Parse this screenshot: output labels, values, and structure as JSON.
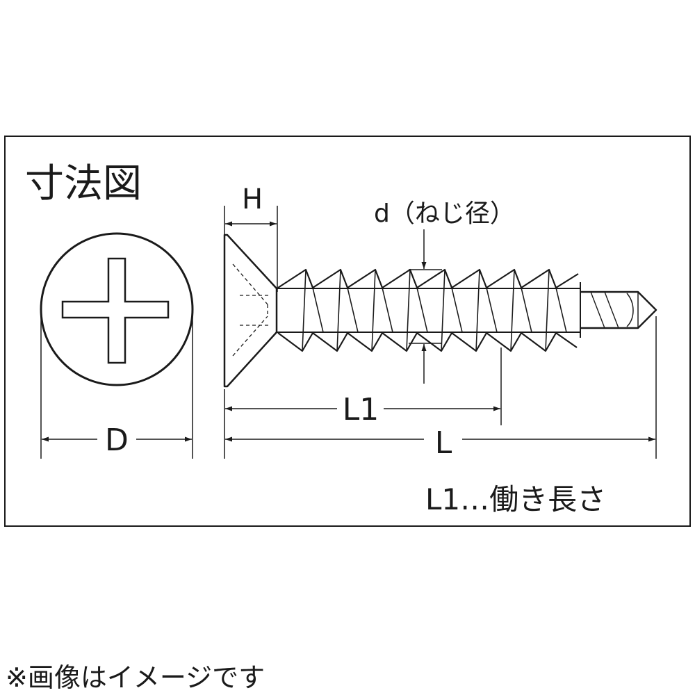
{
  "diagram": {
    "title": "寸法図",
    "labels": {
      "H": "H",
      "d": "d（ねじ径）",
      "D": "D",
      "L1": "L1",
      "L": "L",
      "legend": "L1…働き長さ"
    }
  },
  "footnote": "※画像はイメージです"
}
